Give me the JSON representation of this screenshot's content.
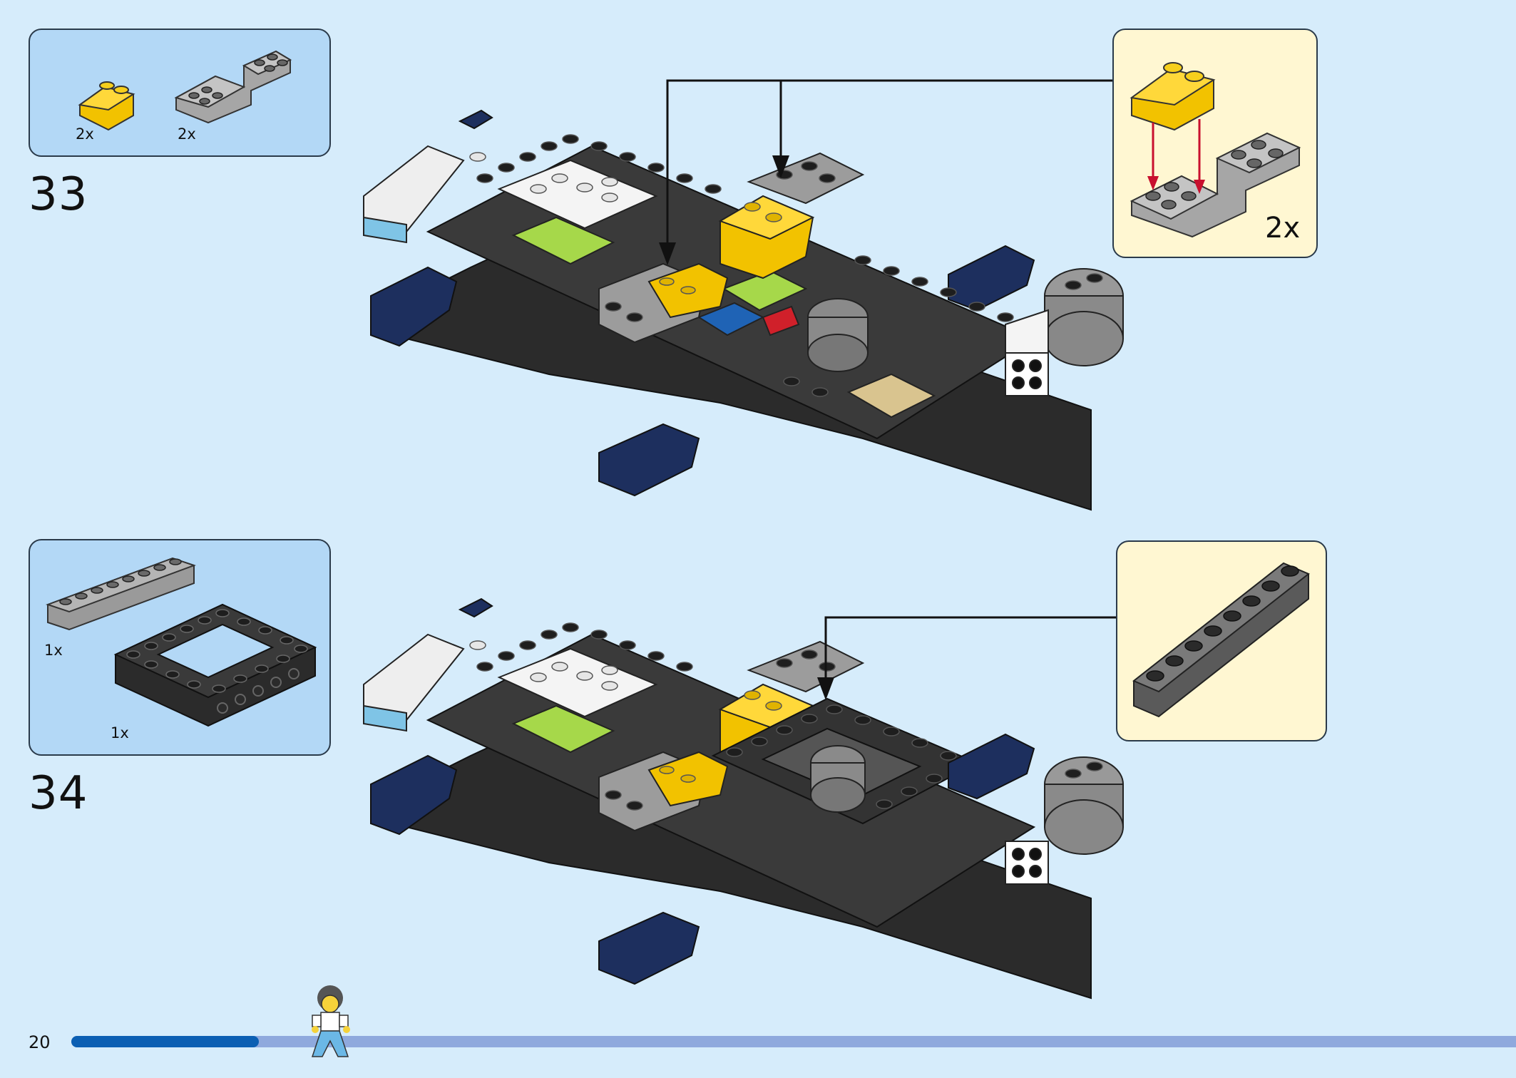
{
  "page": {
    "number": "20"
  },
  "progress": {
    "fraction": 0.13
  },
  "steps": [
    {
      "number": "33",
      "parts": [
        {
          "qty": "2x",
          "part": "yellow-slope-2x2"
        },
        {
          "qty": "2x",
          "part": "gray-bracket-plate"
        }
      ],
      "callout": {
        "qty": "2x"
      }
    },
    {
      "number": "34",
      "parts": [
        {
          "qty": "1x",
          "part": "gray-brick-1x8"
        },
        {
          "qty": "1x",
          "part": "black-technic-frame"
        }
      ],
      "callout": {
        "qty": ""
      }
    }
  ],
  "colors": {
    "background": "#d6ecfb",
    "parts_box": "#b3d8f6",
    "callout_box": "#fff7d2",
    "progress_fill": "#0b5fb3",
    "progress_track": "#8fa9dd",
    "arrow_red": "#c8102e"
  }
}
